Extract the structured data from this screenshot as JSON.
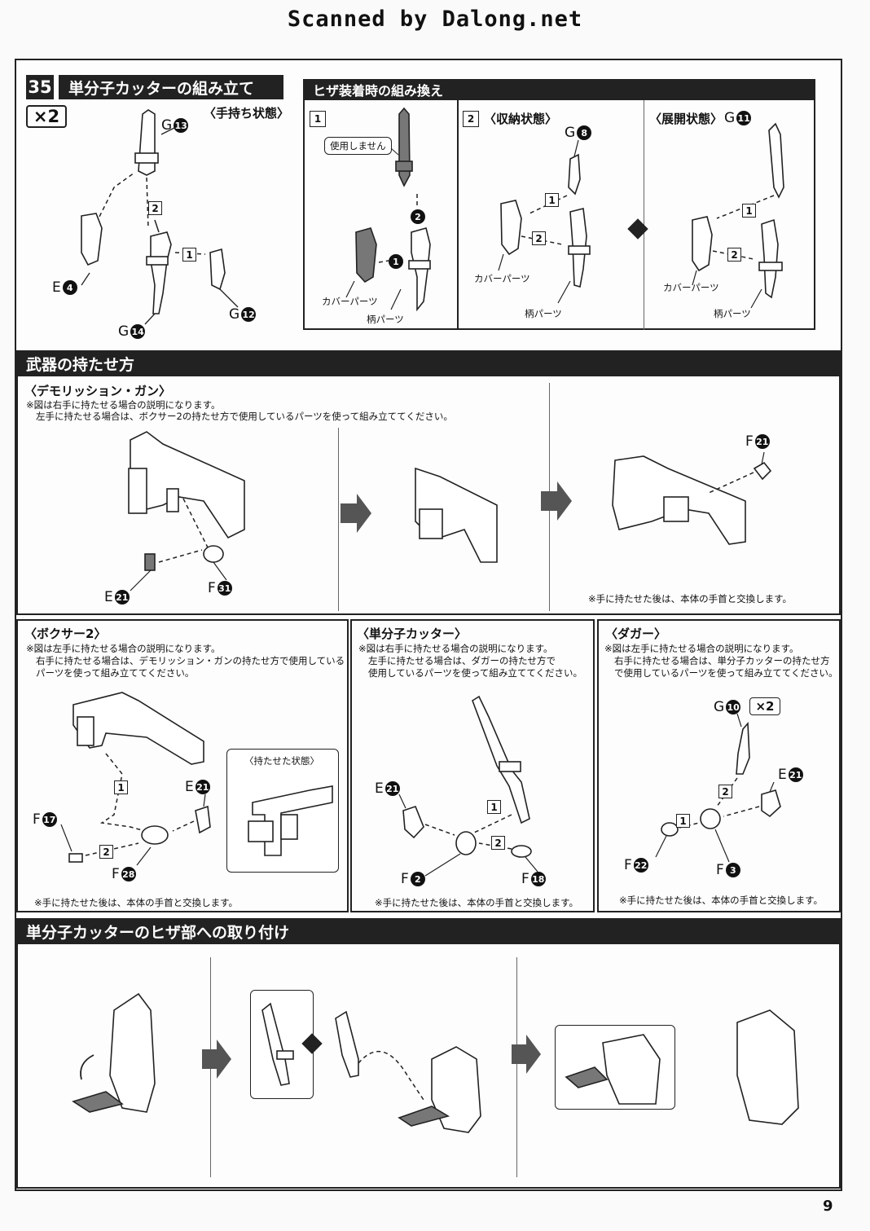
{
  "header": {
    "scan_credit": "Scanned by Dalong.net",
    "page_number": "9"
  },
  "step35": {
    "number": "35",
    "title": "単分子カッターの組み立て",
    "multiplier": "×2",
    "state": "〈手持ち状態〉",
    "labels": {
      "g13": "G",
      "g13n": "13",
      "e4": "E",
      "e4n": "4",
      "g12": "G",
      "g12n": "12",
      "g14": "G",
      "g14n": "14",
      "s1": "1",
      "s2": "2"
    }
  },
  "knee_swap": {
    "title": "ヒザ装着時の組み換え",
    "p1": {
      "step": "1",
      "callout": "使用しません",
      "cover": "カバーパーツ",
      "handle": "柄パーツ",
      "n1": "1",
      "n2": "2"
    },
    "p2": {
      "step": "2",
      "state": "〈収納状態〉",
      "g": "G",
      "gn": "8",
      "cover": "カバーパーツ",
      "handle": "柄パーツ",
      "s1": "1",
      "s2": "2"
    },
    "p3": {
      "state": "〈展開状態〉",
      "g": "G",
      "gn": "11",
      "cover": "カバーパーツ",
      "handle": "柄パーツ",
      "s1": "1",
      "s2": "2"
    }
  },
  "weapons": {
    "title": "武器の持たせ方",
    "demolition": {
      "title": "〈デモリッション・ガン〉",
      "note1": "※図は右手に持たせる場合の説明になります。",
      "note2": "左手に持たせる場合は、ボクサー2の持たせ方で使用しているパーツを使って組み立ててください。",
      "e": "E",
      "en": "21",
      "f": "F",
      "fn": "31",
      "f2": "F",
      "f2n": "21",
      "after": "※手に持たせた後は、本体の手首と交換します。"
    },
    "boxer": {
      "title": "〈ボクサー2〉",
      "note1": "※図は左手に持たせる場合の説明になります。",
      "note2": "右手に持たせる場合は、デモリッション・ガンの持たせ方で使用している",
      "note3": "パーツを使って組み立ててください。",
      "inset": "〈持たせた状態〉",
      "e": "E",
      "en": "21",
      "f17": "F",
      "f17n": "17",
      "f28": "F",
      "f28n": "28",
      "s1": "1",
      "s2": "2",
      "after": "※手に持たせた後は、本体の手首と交換します。"
    },
    "cutter": {
      "title": "〈単分子カッター〉",
      "note1": "※図は右手に持たせる場合の説明になります。",
      "note2": "左手に持たせる場合は、ダガーの持たせ方で",
      "note3": "使用しているパーツを使って組み立ててください。",
      "e": "E",
      "en": "21",
      "f2": "F",
      "f2n": "2",
      "f18": "F",
      "f18n": "18",
      "s1": "1",
      "s2": "2",
      "after": "※手に持たせた後は、本体の手首と交換します。"
    },
    "dagger": {
      "title": "〈ダガー〉",
      "note1": "※図は左手に持たせる場合の説明になります。",
      "note2": "右手に持たせる場合は、単分子カッターの持たせ方",
      "note3": "で使用しているパーツを使って組み立ててください。",
      "g": "G",
      "gn": "10",
      "mult": "×2",
      "e": "E",
      "en": "21",
      "f22": "F",
      "f22n": "22",
      "f3": "F",
      "f3n": "3",
      "s1": "1",
      "s2": "2",
      "after": "※手に持たせた後は、本体の手首と交換します。"
    }
  },
  "knee_attach": {
    "title": "単分子カッターのヒザ部への取り付け"
  }
}
